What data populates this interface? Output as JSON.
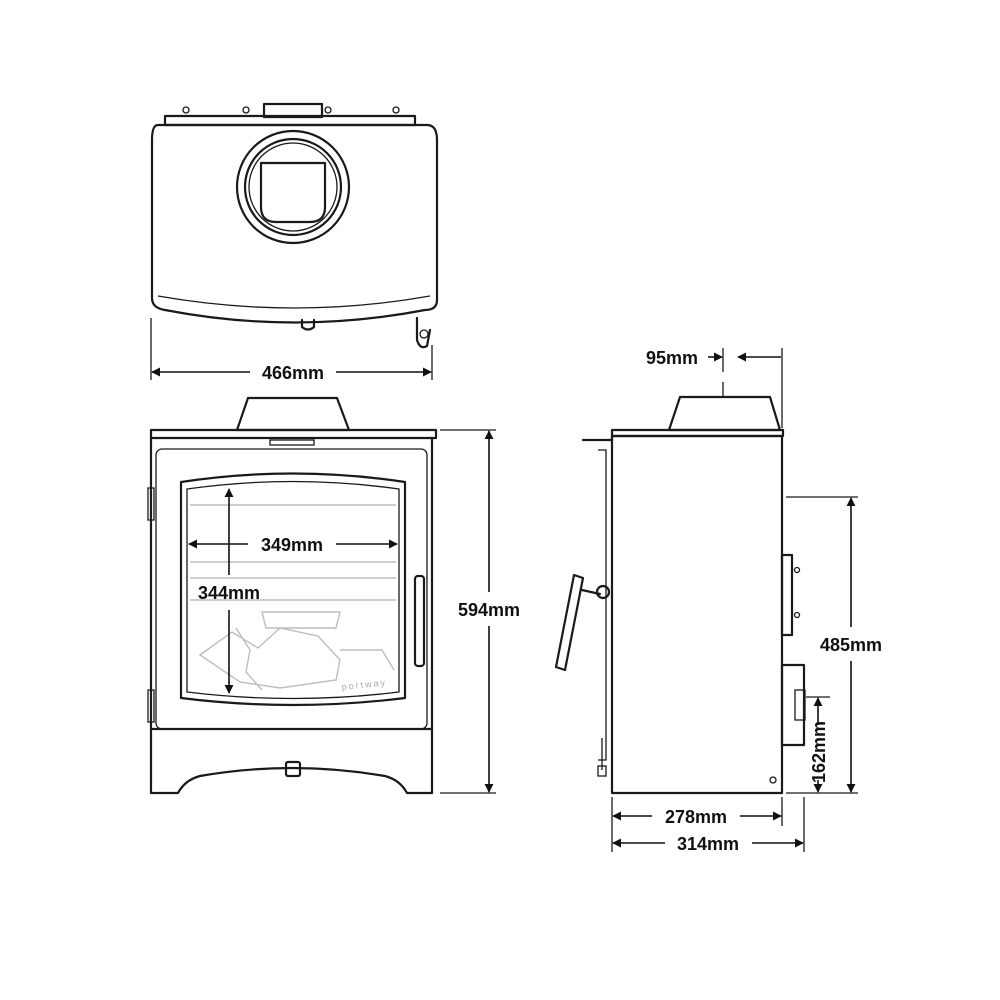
{
  "dimensions": {
    "top_width": "466mm",
    "flue_offset": "95mm",
    "glass_width": "349mm",
    "glass_height": "344mm",
    "overall_height": "594mm",
    "outlet_height": "485mm",
    "air_inlet_height": "162mm",
    "body_depth": "278mm",
    "overall_depth": "314mm"
  },
  "brand_mark": "portway"
}
